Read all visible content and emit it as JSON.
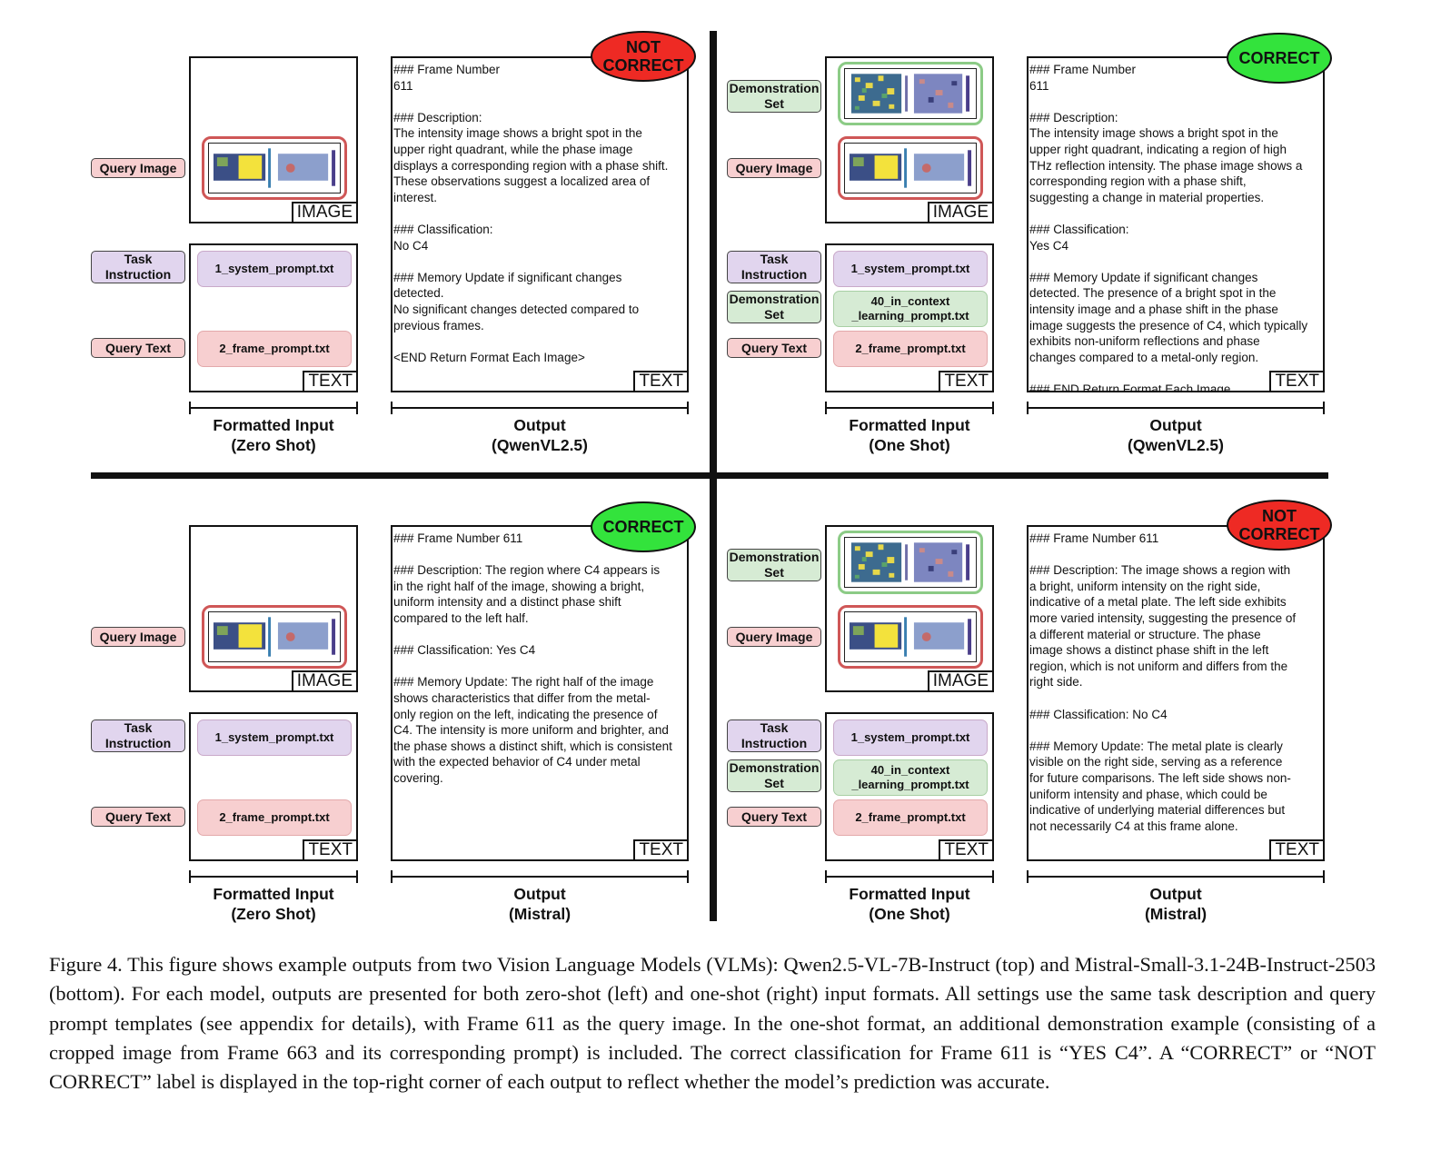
{
  "quadrants": {
    "top_left": {
      "side_labels": {
        "query_image": "Query Image",
        "task_instruction": "Task\nInstruction",
        "query_text": "Query Text"
      },
      "files": {
        "system_prompt": "1_system_prompt.txt",
        "frame_prompt": "2_frame_prompt.txt"
      },
      "image_tag": "IMAGE",
      "text_tag": "TEXT",
      "output_tag": "TEXT",
      "output_text": "### Frame Number\n611\n\n### Description:\nThe intensity image shows a bright spot in the\nupper right quadrant, while the phase image\ndisplays a corresponding region with a phase shift.\nThese observations suggest a localized area of\ninterest.\n\n### Classification:\nNo C4\n\n### Memory Update if significant changes\ndetected.\nNo significant changes detected compared to\nprevious frames.\n\n<END Return Format Each Image>",
      "badge": "NOT\nCORRECT",
      "badge_color": "#ee2a24",
      "input_title": "Formatted Input\n(Zero Shot)",
      "output_title": "Output\n(QwenVL2.5)"
    },
    "top_right": {
      "side_labels": {
        "demo_set_1": "Demonstration\nSet",
        "query_image": "Query Image",
        "task_instruction": "Task\nInstruction",
        "demo_set_2": "Demonstration\nSet",
        "query_text": "Query Text"
      },
      "files": {
        "system_prompt": "1_system_prompt.txt",
        "demo_prompt": "40_in_context\n_learning_prompt.txt",
        "frame_prompt": "2_frame_prompt.txt"
      },
      "image_tag": "IMAGE",
      "text_tag": "TEXT",
      "output_tag": "TEXT",
      "output_text": "### Frame Number\n611\n\n### Description:\nThe intensity image shows a bright spot in the\nupper right quadrant, indicating a region of high\nTHz reflection intensity. The phase image shows a\ncorresponding region with a phase shift,\nsuggesting a change in material properties.\n\n### Classification:\nYes C4\n\n### Memory Update if significant changes\ndetected. The presence of a bright spot in the\nintensity image and a phase shift in the phase\nimage suggests the presence of C4, which typically\nexhibits non-uniform reflections and phase\nchanges compared to a metal-only region.\n\n### END Return Format Each Image",
      "badge": "CORRECT",
      "badge_color": "#33e33c",
      "input_title": "Formatted Input\n(One Shot)",
      "output_title": "Output\n(QwenVL2.5)"
    },
    "bottom_left": {
      "side_labels": {
        "query_image": "Query Image",
        "task_instruction": "Task\nInstruction",
        "query_text": "Query Text"
      },
      "files": {
        "system_prompt": "1_system_prompt.txt",
        "frame_prompt": "2_frame_prompt.txt"
      },
      "image_tag": "IMAGE",
      "text_tag": "TEXT",
      "output_tag": "TEXT",
      "output_text": "### Frame Number 611\n\n### Description: The region where C4 appears is\nin the right half of the image, showing a bright,\nuniform intensity and a distinct phase shift\ncompared to the left half.\n\n### Classification: Yes C4\n\n### Memory Update: The right half of the image\nshows characteristics that differ from the metal-\nonly region on the left, indicating the presence of\nC4. The intensity is more uniform and brighter, and\nthe phase shows a distinct shift, which is consistent\nwith the expected behavior of C4 under metal\ncovering.",
      "badge": "CORRECT",
      "badge_color": "#33e33c",
      "input_title": "Formatted Input\n(Zero Shot)",
      "output_title": "Output\n(Mistral)"
    },
    "bottom_right": {
      "side_labels": {
        "demo_set_1": "Demonstration\nSet",
        "query_image": "Query Image",
        "task_instruction": "Task\nInstruction",
        "demo_set_2": "Demonstration\nSet",
        "query_text": "Query Text"
      },
      "files": {
        "system_prompt": "1_system_prompt.txt",
        "demo_prompt": "40_in_context\n_learning_prompt.txt",
        "frame_prompt": "2_frame_prompt.txt"
      },
      "image_tag": "IMAGE",
      "text_tag": "TEXT",
      "output_tag": "TEXT",
      "output_text": "### Frame Number 611\n\n### Description: The image shows a region with\na bright, uniform intensity on the right side,\nindicative of a metal plate. The left side exhibits\nmore varied intensity, suggesting the presence of\na different material or structure. The phase\nimage shows a distinct phase shift in the left\nregion, which is not uniform and differs from the\nright side.\n\n### Classification: No C4\n\n### Memory Update: The metal plate is clearly\nvisible on the right side, serving as a reference\nfor future comparisons. The left side shows non-\nuniform intensity and phase, which could be\nindicative of underlying material differences but\nnot necessarily C4 at this frame alone.",
      "badge": "NOT\nCORRECT",
      "badge_color": "#ee2a24",
      "input_title": "Formatted Input\n(One Shot)",
      "output_title": "Output\n(Mistral)"
    }
  },
  "caption": "Figure 4.  This figure shows example outputs from two Vision Language Models (VLMs): Qwen2.5-VL-7B-Instruct (top) and Mistral-Small-3.1-24B-Instruct-2503 (bottom). For each model, outputs are presented for both zero-shot (left) and one-shot (right) input formats. All settings use the same task description and query prompt templates (see appendix for details), with Frame 611 as the query image. In the one-shot format, an additional demonstration example (consisting of a cropped image from Frame 663 and its corresponding prompt) is included. The correct classification for Frame 611 is “YES C4”. A “CORRECT” or “NOT CORRECT” label is displayed in the top-right corner of each output to reflect whether the model’s prediction was accurate."
}
